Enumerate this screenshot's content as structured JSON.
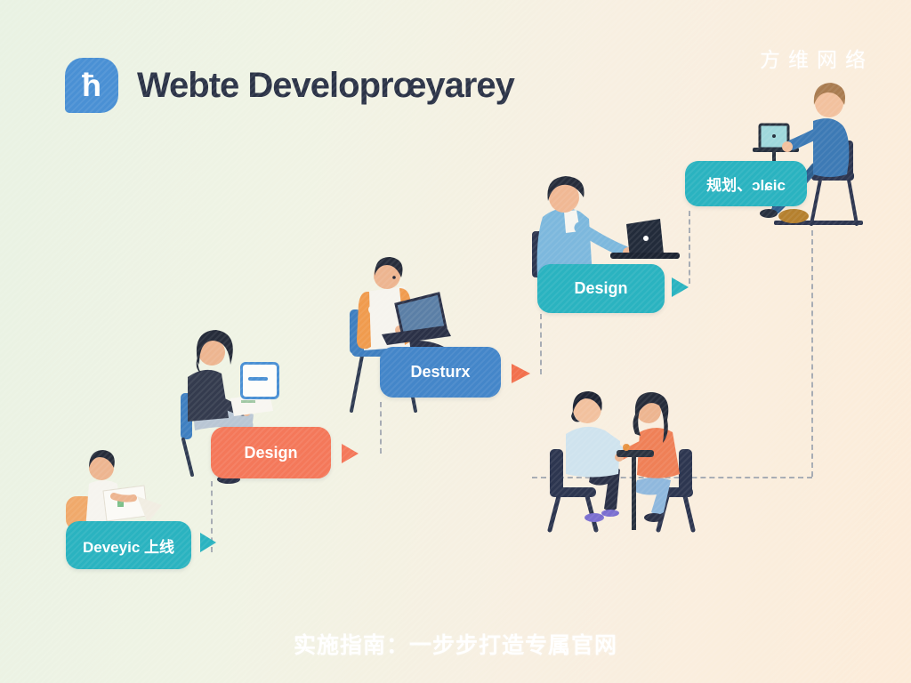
{
  "brand": "方维网络",
  "logo": {
    "glyph": "ħ",
    "color": "#4a90d4"
  },
  "title": "Webte Developrœyarey",
  "caption": "实施指南：一步步打造专属官网",
  "flow": {
    "description": "website development journey, bottom-left to top-right",
    "steps": [
      {
        "label": "规划、ɔlɕic",
        "box_color": "#2ab3c0",
        "arrow_color": null
      },
      {
        "label": "Design",
        "box_color": "#2ab3c0",
        "arrow_color": "#2ab3c0"
      },
      {
        "label": "Desturx",
        "box_color": "#4486c9",
        "arrow_color": "#f2704d"
      },
      {
        "label": "Design",
        "box_color": "#f4785a",
        "arrow_color": "#f4785a"
      },
      {
        "label": "Deveyic 上线",
        "box_color": "#2ab3c0",
        "arrow_color": "#2ab3c0"
      }
    ]
  },
  "illustrations": {
    "people": [
      "person-reading-documents-orange-chair",
      "woman-navy-top-holding-paper-with-browser-window",
      "man-orange-vest-laptop-blue-chair",
      "man-blue-shirt-typing-laptop-desk",
      "man-blue-tee-laptop-standing-desk-with-bag",
      "two-people-meeting-at-round-table"
    ]
  },
  "colors": {
    "background_left": "#e9f2e3",
    "background_right": "#fcecd9",
    "title_text": "#2b3347",
    "brand_text": "#ffffff",
    "caption_text": "#ffffff",
    "dashed_line": "#a6abb3"
  }
}
